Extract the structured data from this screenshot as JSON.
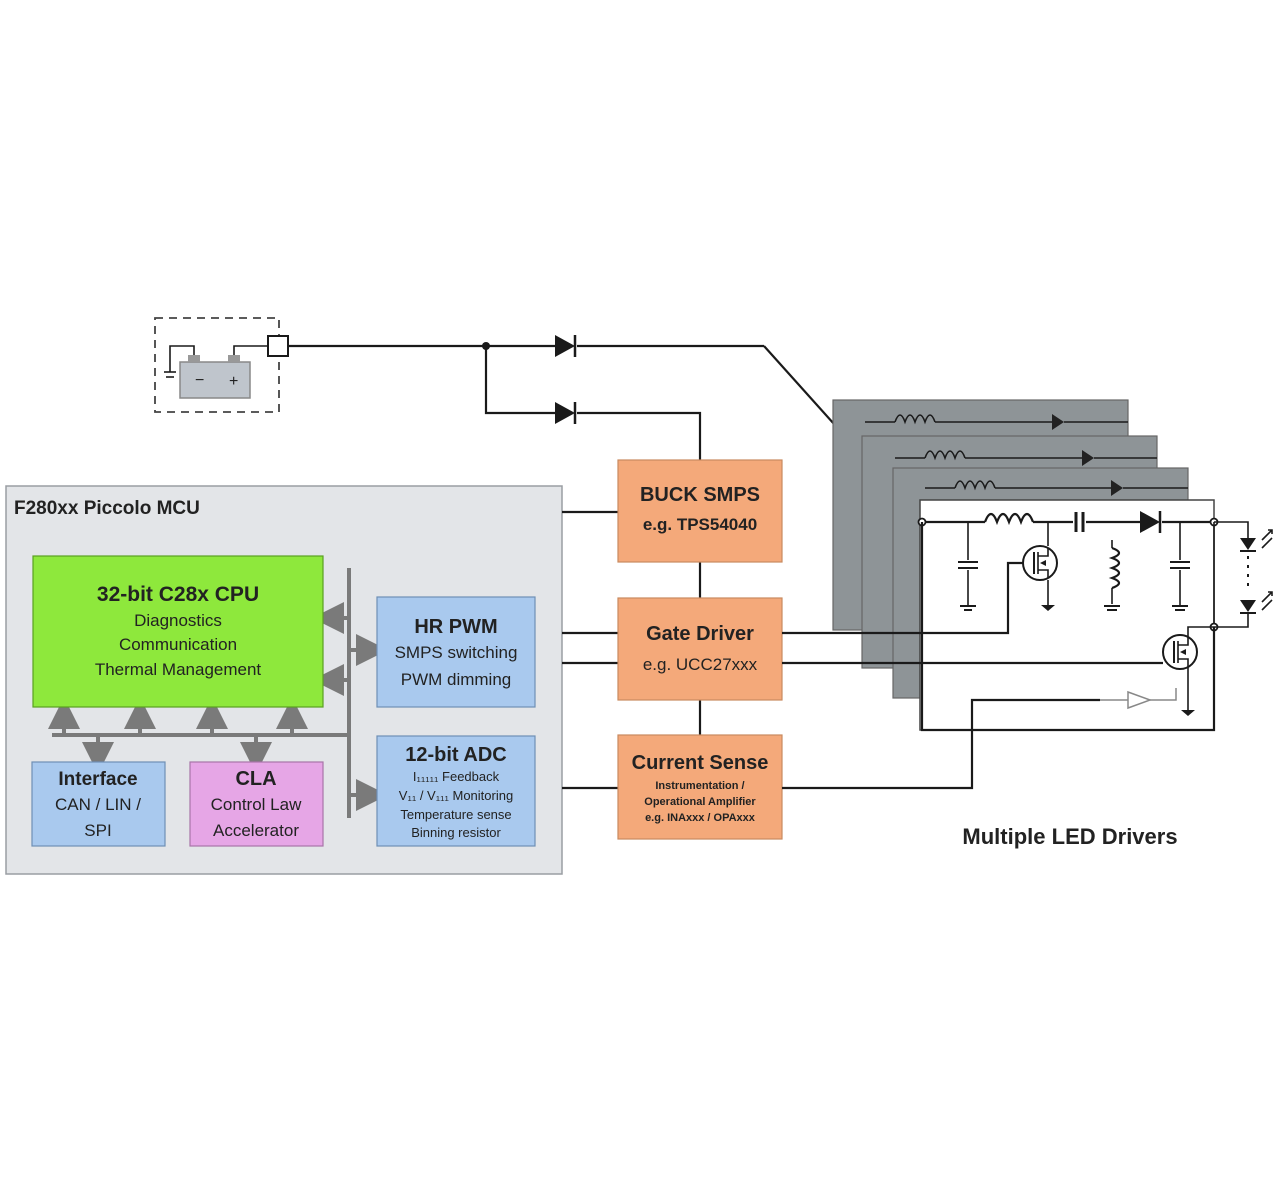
{
  "mcu": {
    "title": "F280xx Piccolo MCU",
    "cpu": {
      "title": "32-bit C28x CPU",
      "lines": [
        "Diagnostics",
        "Communication",
        "Thermal Management"
      ]
    },
    "hrpwm": {
      "title": "HR PWM",
      "lines": [
        "SMPS switching",
        "PWM dimming"
      ]
    },
    "adc": {
      "title": "12-bit ADC",
      "lines": [
        "I₁₁₁₁₁ Feedback",
        "V₁₁ / V₁₁₁ Monitoring",
        "Temperature sense",
        "Binning resistor"
      ]
    },
    "interface": {
      "title": "Interface",
      "lines": [
        "CAN / LIN /",
        "SPI"
      ]
    },
    "cla": {
      "title": "CLA",
      "lines": [
        "Control Law",
        "Accelerator"
      ]
    }
  },
  "buck": {
    "title": "BUCK SMPS",
    "subtitle": "e.g. TPS54040"
  },
  "gate": {
    "title": "Gate Driver",
    "subtitle": "e.g. UCC27xxx"
  },
  "sense": {
    "title": "Current Sense",
    "lines": [
      "Instrumentation /",
      "Operational Amplifier",
      "e.g. INAxxx / OPAxxx"
    ]
  },
  "led_drivers_label": "Multiple LED Drivers",
  "icons": [
    "battery-icon",
    "diode-icon",
    "inductor-icon",
    "capacitor-icon",
    "mosfet-icon",
    "led-icon",
    "ground-icon",
    "comparator-icon"
  ],
  "colors": {
    "orange": "#f4a97a",
    "blue": "#a9c9ee",
    "pink": "#e6a6e6",
    "green": "#8ee83c",
    "panel": "#e3e5e8",
    "driver_shadow": "#8e9497"
  }
}
